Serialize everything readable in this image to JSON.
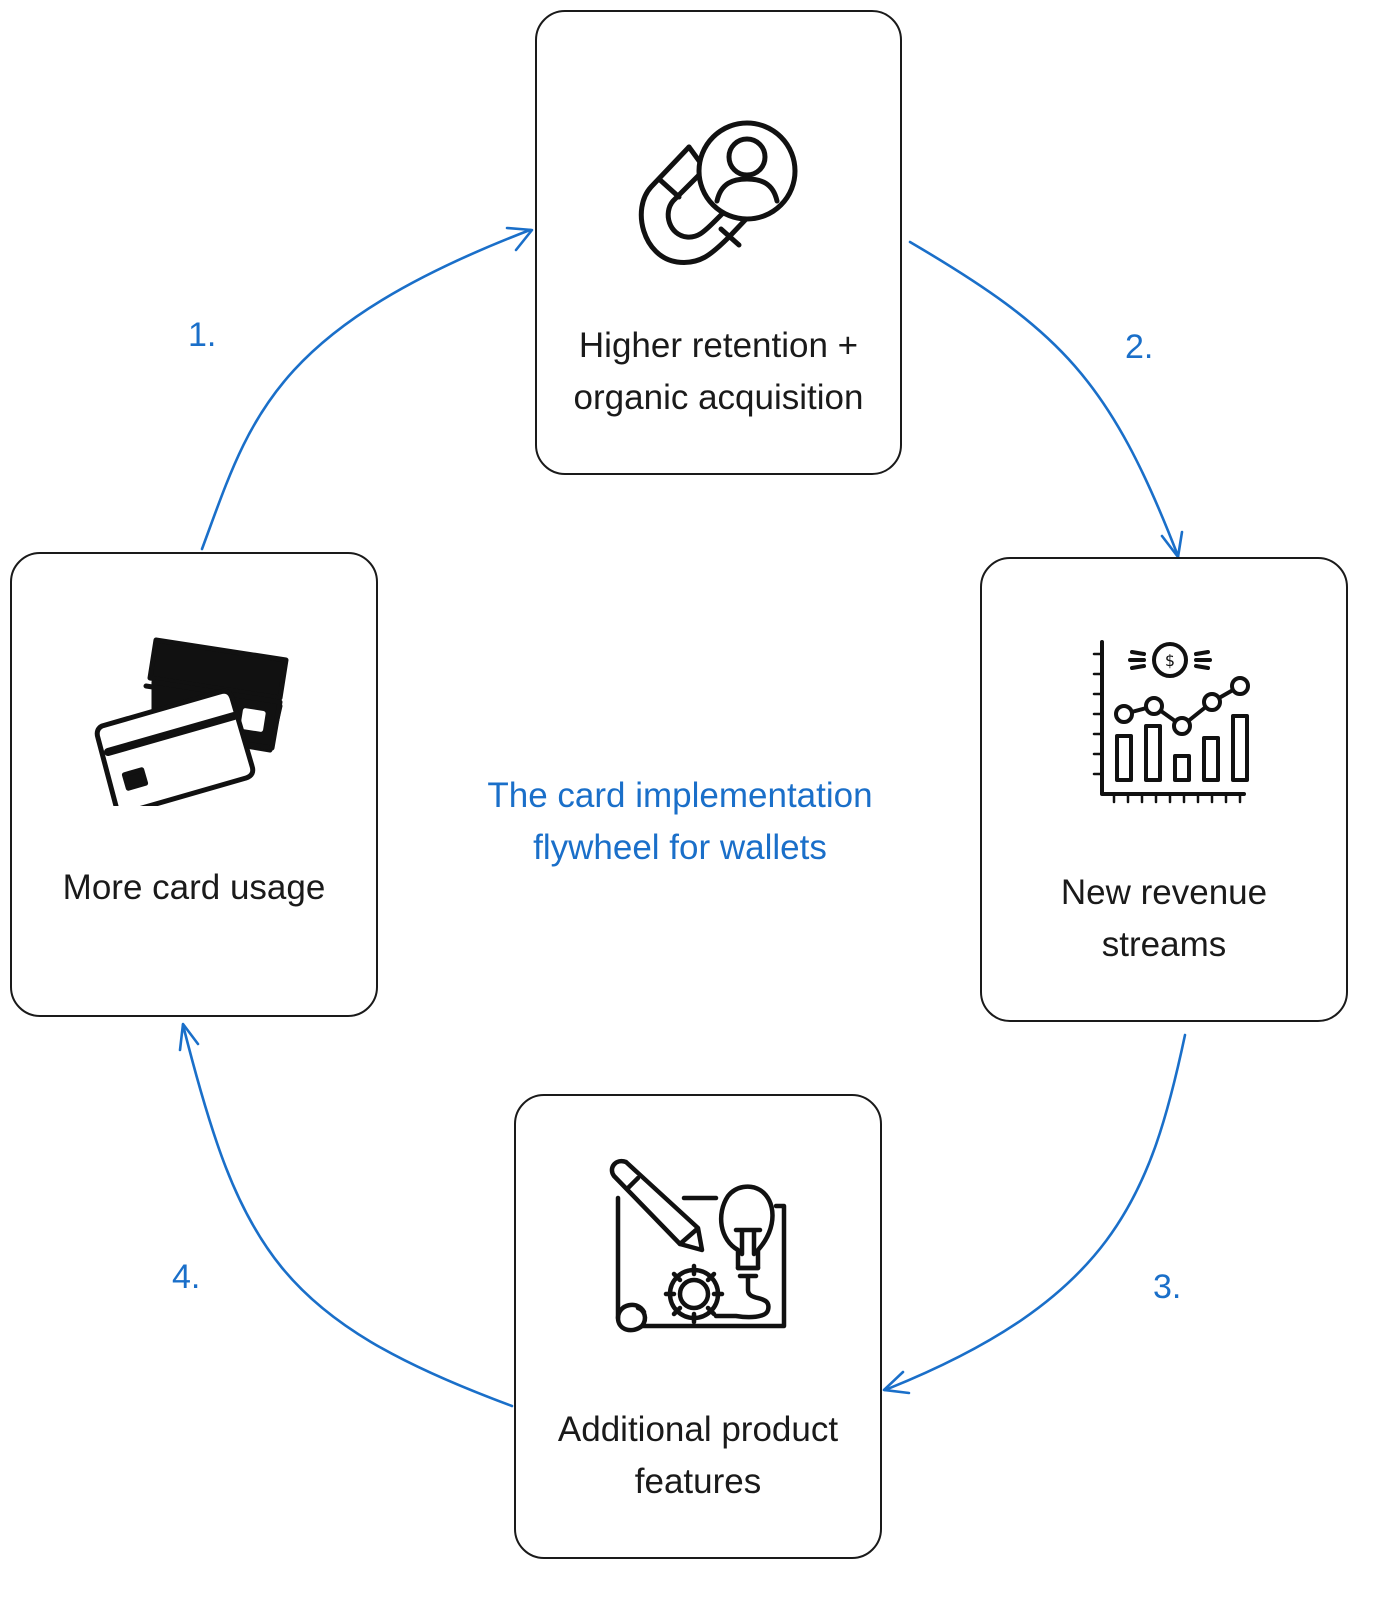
{
  "diagram": {
    "title": "The card implementation\nflywheel for wallets",
    "accent_color": "#1a6fc9",
    "cards": [
      {
        "id": "retention",
        "label": "Higher retention +\norganic acquisition",
        "icon": "magnet-user-icon"
      },
      {
        "id": "revenue",
        "label": "New revenue\nstreams",
        "icon": "revenue-chart-icon"
      },
      {
        "id": "features",
        "label": "Additional product\nfeatures",
        "icon": "product-blueprint-icon"
      },
      {
        "id": "usage",
        "label": "More card usage",
        "icon": "credit-cards-icon"
      }
    ],
    "steps": [
      "1.",
      "2.",
      "3.",
      "4."
    ]
  }
}
